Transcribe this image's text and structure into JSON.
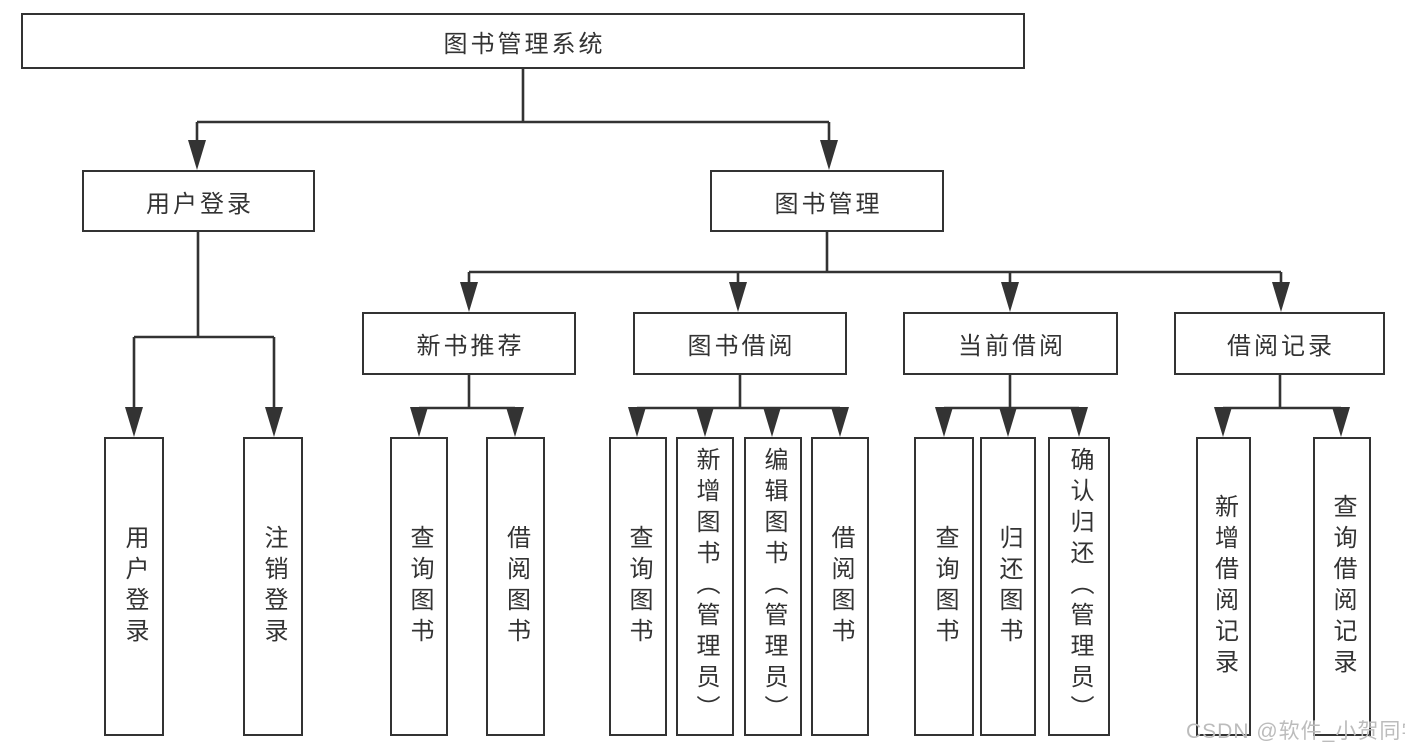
{
  "tree": {
    "label": "图书管理系统",
    "children": [
      {
        "label": "用户登录",
        "children": [
          {
            "label": "用户登录"
          },
          {
            "label": "注销登录"
          }
        ]
      },
      {
        "label": "图书管理",
        "children": [
          {
            "label": "新书推荐",
            "children": [
              {
                "label": "查询图书"
              },
              {
                "label": "借阅图书"
              }
            ]
          },
          {
            "label": "图书借阅",
            "children": [
              {
                "label": "查询图书"
              },
              {
                "label": "新增图书（管理员）"
              },
              {
                "label": "编辑图书（管理员）"
              },
              {
                "label": "借阅图书"
              }
            ]
          },
          {
            "label": "当前借阅",
            "children": [
              {
                "label": "查询图书"
              },
              {
                "label": "归还图书"
              },
              {
                "label": "确认归还（管理员）"
              }
            ]
          },
          {
            "label": "借阅记录",
            "children": [
              {
                "label": "新增借阅记录"
              },
              {
                "label": "查询借阅记录"
              }
            ]
          }
        ]
      }
    ]
  },
  "watermark": "CSDN @软件_小贺同学",
  "colors": {
    "line": "#333333",
    "text": "#333333",
    "watermark": "#bcbcbc",
    "background": "#ffffff"
  }
}
